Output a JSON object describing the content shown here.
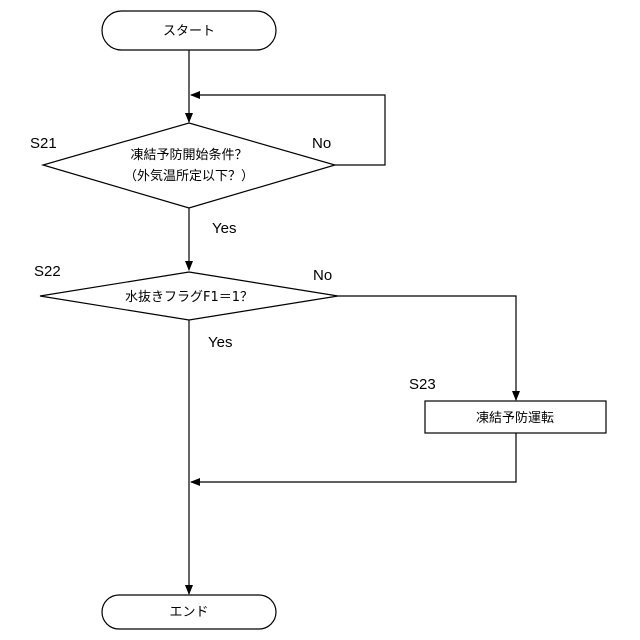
{
  "flowchart": {
    "start": "スタート",
    "end": "エンド",
    "s21": {
      "id": "S21",
      "line1": "凍結予防開始条件？",
      "line2": "（外気温所定以下？）",
      "no": "No",
      "yes": "Yes"
    },
    "s22": {
      "id": "S22",
      "text": "水抜きフラグF1＝1？",
      "no": "No",
      "yes": "Yes"
    },
    "s23": {
      "id": "S23",
      "text": "凍結予防運転"
    }
  }
}
